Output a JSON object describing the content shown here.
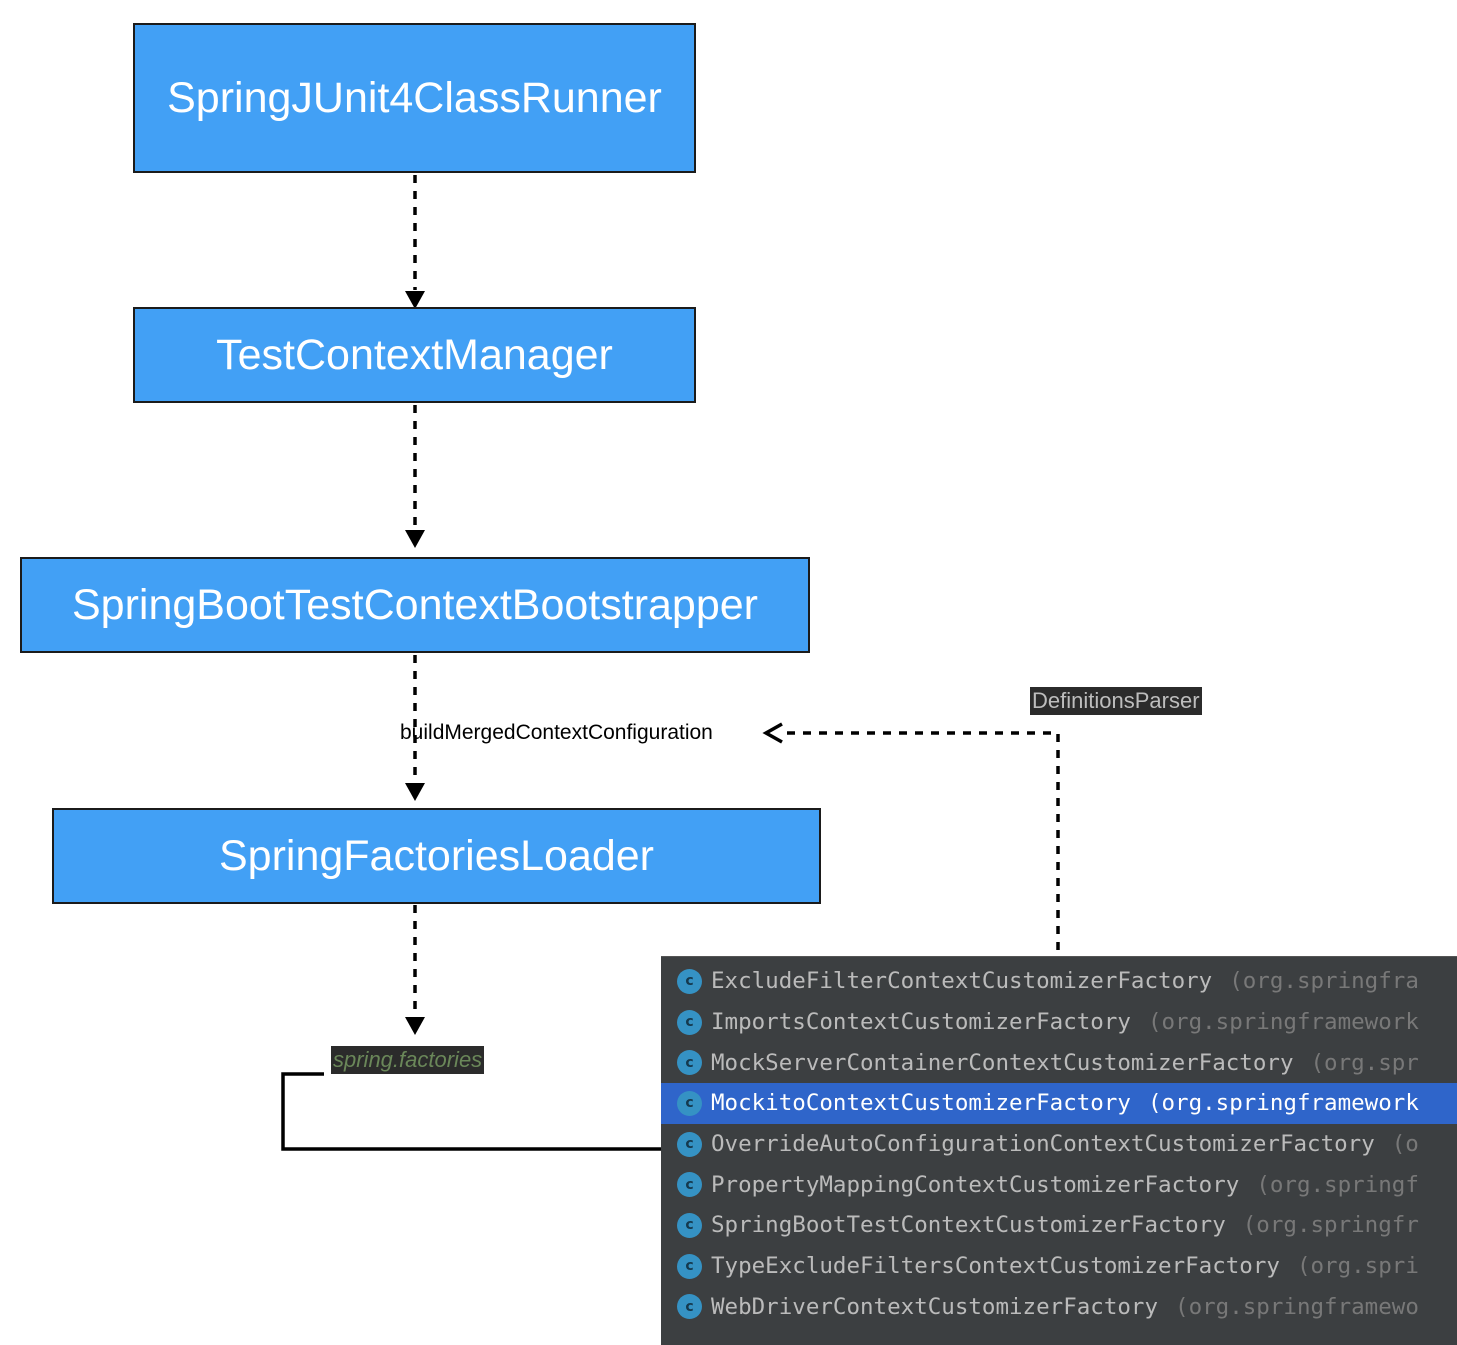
{
  "nodes": {
    "runner": "SpringJUnit4ClassRunner",
    "manager": "TestContextManager",
    "bootstrapper": "SpringBootTestContextBootstrapper",
    "loader": "SpringFactoriesLoader"
  },
  "edge_label": "buildMergedContextConfiguration",
  "tags": {
    "parser": "DefinitionsParser",
    "factories": "spring.factories"
  },
  "completion_popup": {
    "selected_index": 3,
    "items": [
      {
        "name": "ExcludeFilterContextCustomizerFactory",
        "package": "(org.springfra",
        "icon": "class-icon"
      },
      {
        "name": "ImportsContextCustomizerFactory",
        "package": "(org.springframework",
        "icon": "class-icon"
      },
      {
        "name": "MockServerContainerContextCustomizerFactory",
        "package": "(org.spr",
        "icon": "class-icon"
      },
      {
        "name": "MockitoContextCustomizerFactory",
        "package": "(org.springframework",
        "icon": "class-icon"
      },
      {
        "name": "OverrideAutoConfigurationContextCustomizerFactory",
        "package": "(o",
        "icon": "class-icon"
      },
      {
        "name": "PropertyMappingContextCustomizerFactory",
        "package": "(org.springf",
        "icon": "class-icon"
      },
      {
        "name": "SpringBootTestContextCustomizerFactory",
        "package": "(org.springfr",
        "icon": "class-icon"
      },
      {
        "name": "TypeExcludeFiltersContextCustomizerFactory",
        "package": "(org.spri",
        "icon": "class-icon"
      },
      {
        "name": "WebDriverContextCustomizerFactory",
        "package": "(org.springframewo",
        "icon": "class-icon"
      }
    ],
    "icon_letter": "c"
  },
  "colors": {
    "node_fill": "#42a0f5",
    "popup_bg": "#3c3f41",
    "selection": "#2f65ca",
    "class_icon": "#3592c4"
  }
}
